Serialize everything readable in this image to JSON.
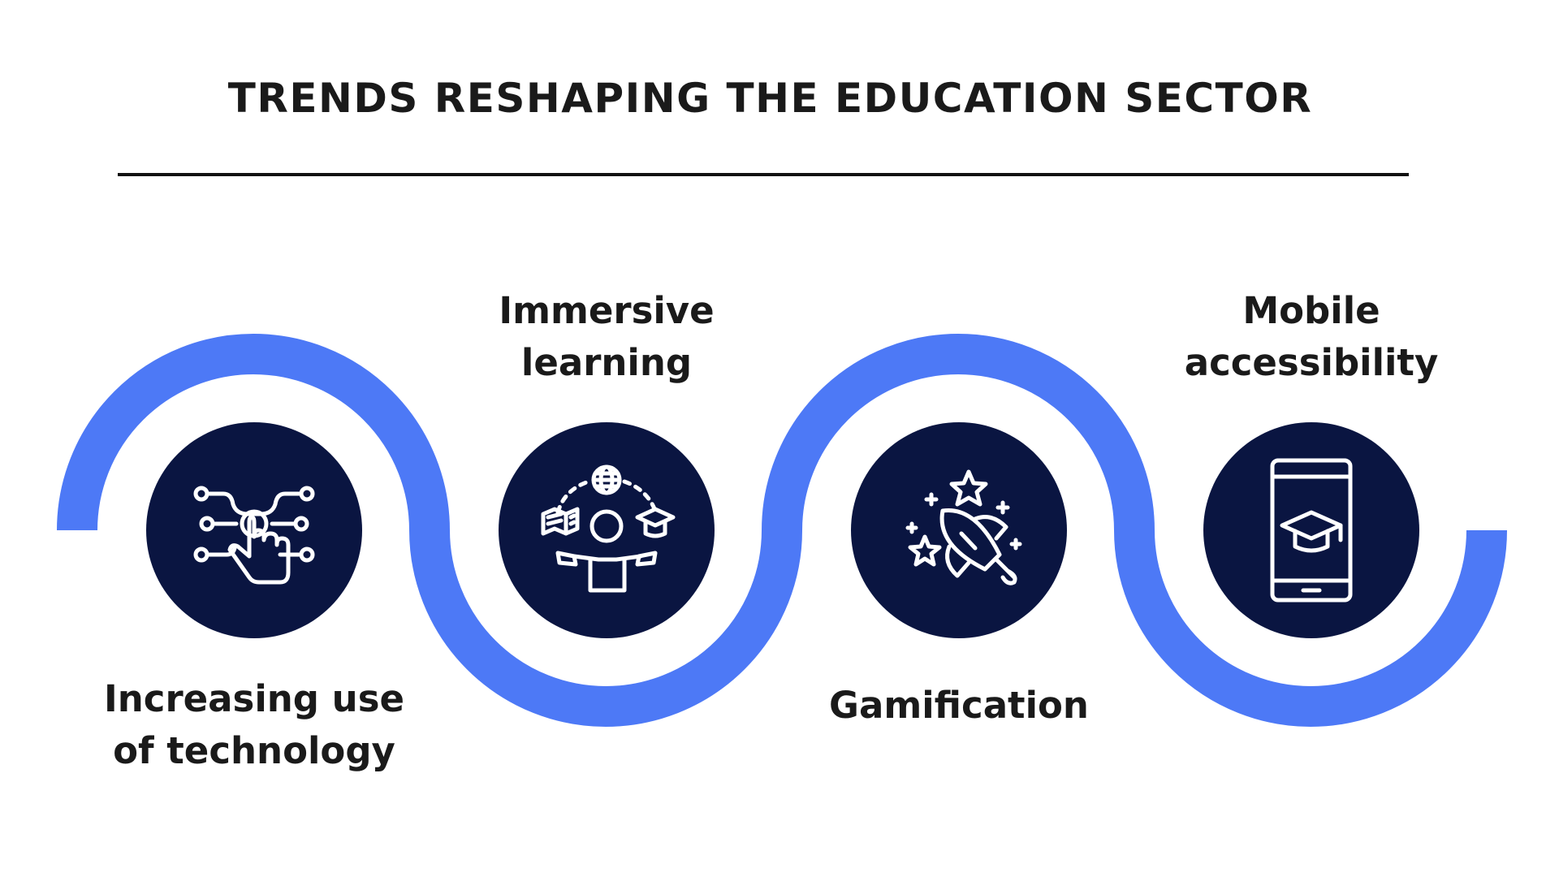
{
  "title": "TRENDS RESHAPING THE EDUCATION SECTOR",
  "colors": {
    "wave": "#4d79f6",
    "circle": "#0a1541",
    "icon": "#ffffff",
    "text": "#1a1a1a"
  },
  "trends": [
    {
      "label": "Increasing use\nof technology",
      "icon": "touch-tech-icon"
    },
    {
      "label": "Immersive\nlearning",
      "icon": "learner-globe-icon"
    },
    {
      "label": "Gamification",
      "icon": "rocket-stars-icon"
    },
    {
      "label": "Mobile\naccessibility",
      "icon": "mobile-graduation-icon"
    }
  ]
}
